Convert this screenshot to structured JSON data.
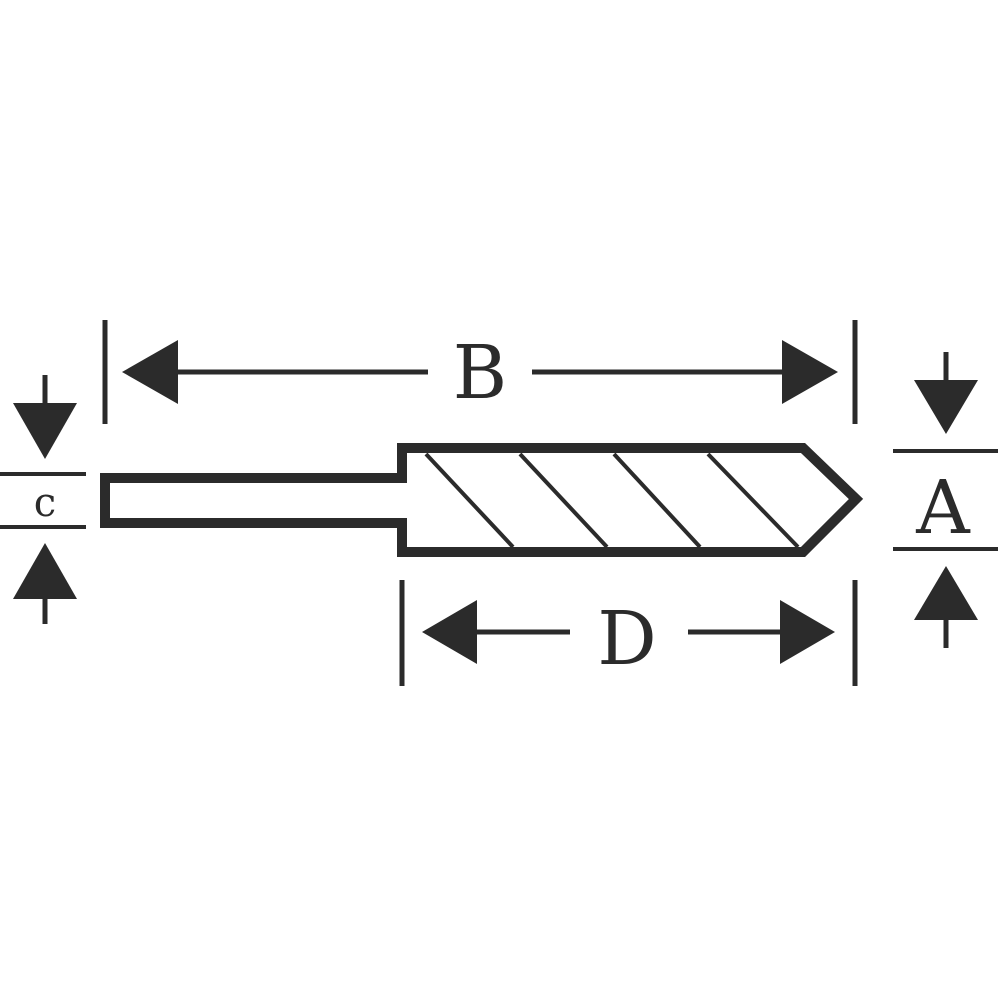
{
  "diagram": {
    "ink_color": "#2b2b2b",
    "background_color": "#ffffff",
    "labels": {
      "overall_length": "B",
      "flute_length": "D",
      "cutting_diameter": "A",
      "shank_diameter": "c"
    }
  }
}
